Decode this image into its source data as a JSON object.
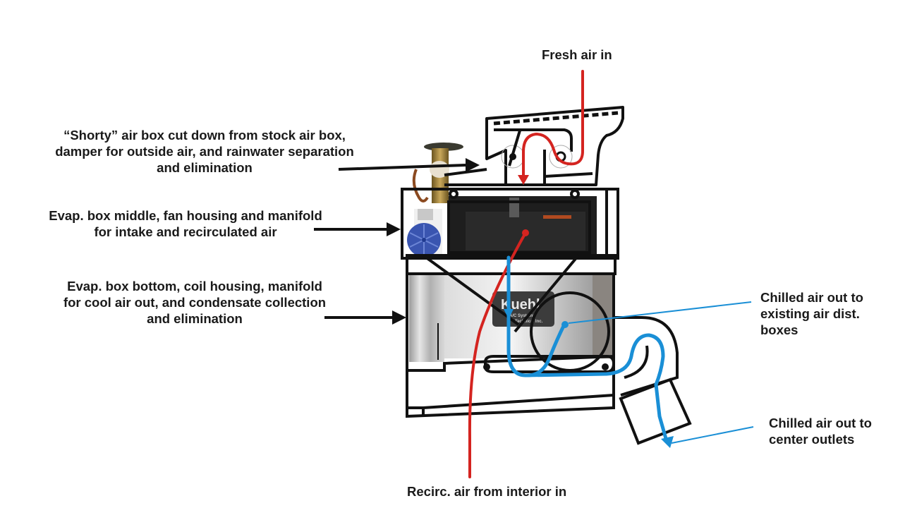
{
  "diagram": {
    "subject": "Evaporator box assembly with air flow paths",
    "colors": {
      "outline": "#111111",
      "fresh_air_flow": "#d42420",
      "chilled_air_flow": "#1a8fd6",
      "label_text": "#1a1a1a",
      "background": "#ffffff"
    },
    "labels": {
      "fresh_air_in": "Fresh air in",
      "shorty_air_box": "“Shorty” air box cut down from stock air box,\ndamper for outside air, and rainwater separation\nand elimination",
      "evap_box_middle": "Evap. box middle, fan housing and manifold\nfor intake and recirculated air",
      "evap_box_bottom": "Evap. box bottom, coil housing, manifold\nfor cool air out, and condensate collection\nand elimination",
      "chilled_air_dist_boxes": "Chilled air out to\nexisting air dist.\nboxes",
      "chilled_air_center_outlets": "Chilled air out to\ncenter outlets",
      "recirc_air_in": "Recirc. air from interior in"
    },
    "nameplate": {
      "brand": "Kuehl",
      "line1": "A/C Systems",
      "line2": "Technical Inc."
    },
    "flows": [
      {
        "name": "fresh-air",
        "color_key": "fresh_air_flow",
        "from": "outside",
        "to": "fan"
      },
      {
        "name": "recirculated-air",
        "color_key": "fresh_air_flow",
        "from": "interior",
        "to": "fan"
      },
      {
        "name": "chilled-air-dist",
        "color_key": "chilled_air_flow",
        "from": "coil",
        "to": "existing air dist. boxes"
      },
      {
        "name": "chilled-air-center",
        "color_key": "chilled_air_flow",
        "from": "coil",
        "to": "center outlets"
      }
    ]
  }
}
